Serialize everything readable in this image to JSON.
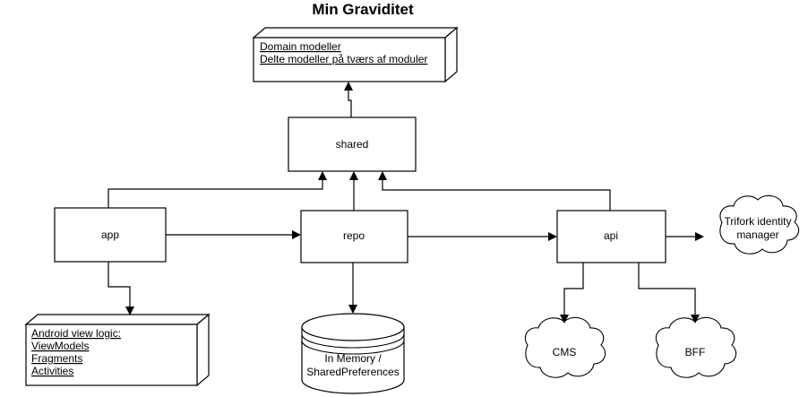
{
  "title": "Min Graviditet",
  "nodes": {
    "domain_models": {
      "name": "domain-models-package",
      "lines": [
        "Domain modeller",
        "Delte modeller på tværs af moduler"
      ]
    },
    "shared": {
      "name": "shared-module",
      "label": "shared"
    },
    "app": {
      "name": "app-module",
      "label": "app"
    },
    "repo": {
      "name": "repo-module",
      "label": "repo"
    },
    "api": {
      "name": "api-module",
      "label": "api"
    },
    "trifork": {
      "name": "trifork-identity-manager-cloud",
      "lines": [
        "Trifork identity",
        "manager"
      ]
    },
    "android_view_logic": {
      "name": "android-view-logic-package",
      "lines": [
        "Android view logic:",
        "ViewModels",
        "Fragments",
        "Activities"
      ]
    },
    "storage": {
      "name": "in-memory-shared-preferences-datastore",
      "lines": [
        "In Memory /",
        "SharedPreferences"
      ]
    },
    "cms": {
      "name": "cms-cloud",
      "label": "CMS"
    },
    "bff": {
      "name": "bff-cloud",
      "label": "BFF"
    }
  },
  "edges": [
    {
      "from": "shared",
      "to": "domain_models"
    },
    {
      "from": "app",
      "to": "shared"
    },
    {
      "from": "repo",
      "to": "shared"
    },
    {
      "from": "api",
      "to": "shared"
    },
    {
      "from": "app",
      "to": "repo"
    },
    {
      "from": "repo",
      "to": "api"
    },
    {
      "from": "api",
      "to": "trifork"
    },
    {
      "from": "app",
      "to": "android_view_logic"
    },
    {
      "from": "repo",
      "to": "storage"
    },
    {
      "from": "api",
      "to": "cms"
    },
    {
      "from": "api",
      "to": "bff"
    }
  ],
  "colors": {
    "background": "#ffffff",
    "stroke": "#000000",
    "text": "#000000"
  }
}
